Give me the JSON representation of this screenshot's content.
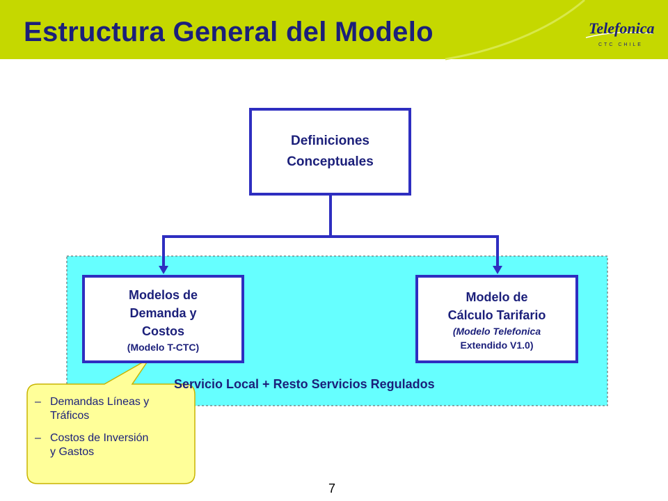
{
  "slide": {
    "title": "Estructura General del Modelo",
    "page_number": "7"
  },
  "logo": {
    "name": "Telefonica",
    "subtitle": "CTC CHILE"
  },
  "diagram": {
    "top_box": {
      "line1": "Definiciones",
      "line2": "Conceptuales"
    },
    "left_box": {
      "line1": "Modelos de",
      "line2": "Demanda y",
      "line3": "Costos",
      "note": "(Modelo T-CTC)"
    },
    "right_box": {
      "line1": "Modelo de",
      "line2": "Cálculo Tarifario",
      "note1": "(Modelo Telefonica",
      "note2": "Extendido V1.0)"
    },
    "region_label": "Servicio Local + Resto Servicios Regulados"
  },
  "callout": {
    "items": [
      {
        "line1": "Demandas Líneas y",
        "line2": "Tráficos"
      },
      {
        "line1": "Costos de Inversión",
        "line2": "y Gastos"
      }
    ]
  },
  "colors": {
    "header_band": "#c5d800",
    "title_text": "#1b1f7a",
    "box_border": "#2e2ec0",
    "region_fill": "#66ffff",
    "callout_fill": "#ffff99",
    "callout_border": "#c8b400"
  }
}
